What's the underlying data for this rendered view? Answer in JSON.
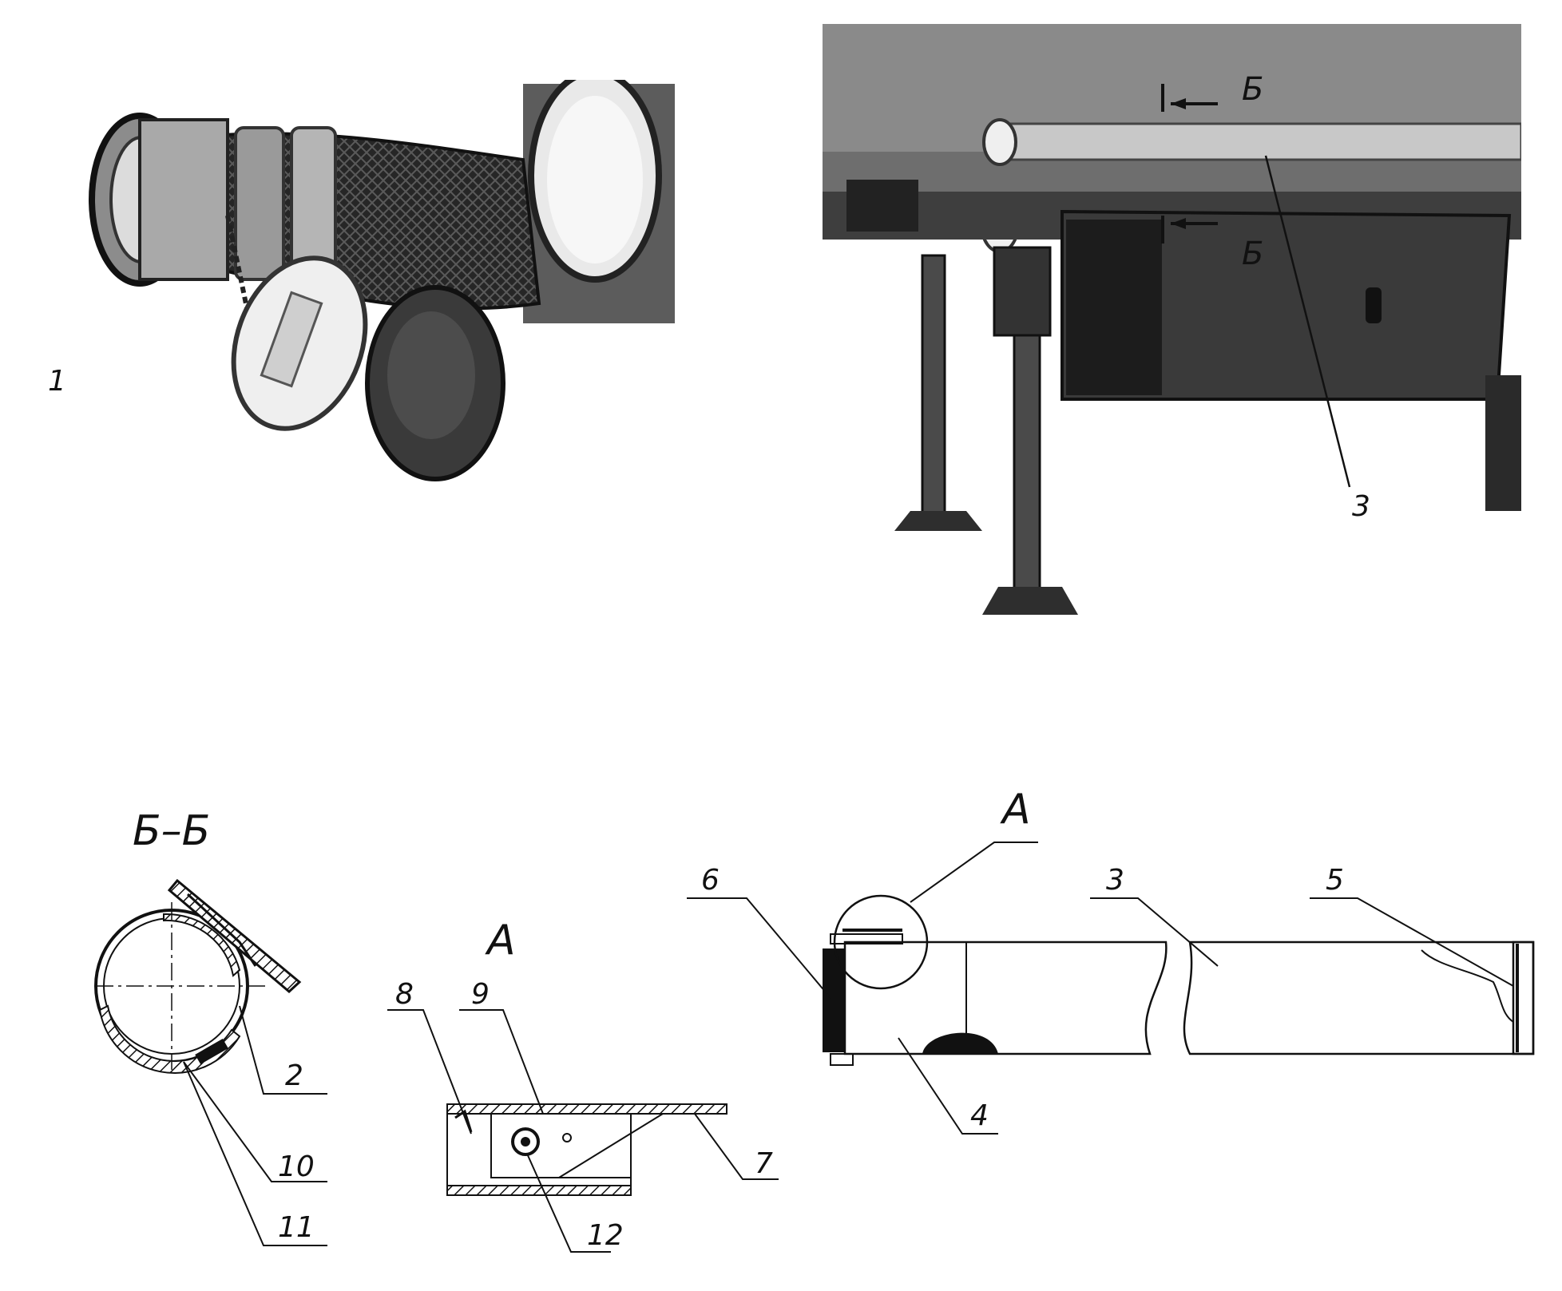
{
  "figure": {
    "photo_hose": {
      "callouts": [
        "1"
      ]
    },
    "photo_truck": {
      "callouts": [
        "3"
      ],
      "section_marks": [
        "Б",
        "Б"
      ]
    },
    "section_bb": {
      "title": "Б–Б",
      "callouts": [
        "2",
        "10",
        "11"
      ]
    },
    "detail_a": {
      "title": "А",
      "callouts": [
        "8",
        "9",
        "7",
        "12"
      ]
    },
    "case_view": {
      "detail_marker": "А",
      "callouts": [
        "6",
        "3",
        "5",
        "4"
      ]
    }
  }
}
